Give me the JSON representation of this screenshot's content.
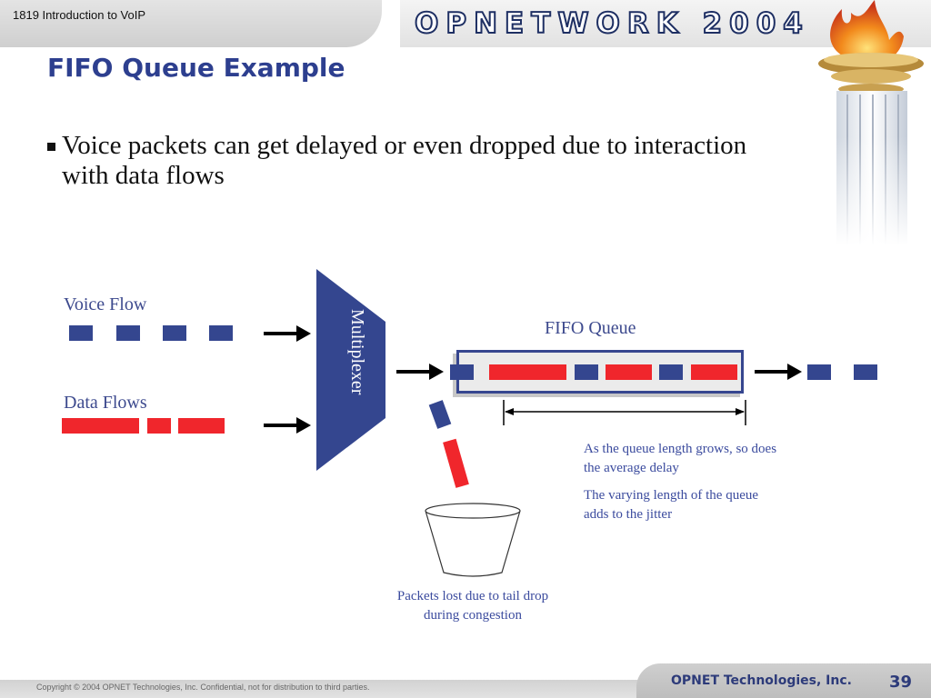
{
  "header": {
    "course": "1819 Introduction to VoIP",
    "brand": "OPNETWORK 2004"
  },
  "slide": {
    "title": "FIFO Queue Example",
    "bullets": [
      "Voice packets can get delayed or even dropped due to interaction with data flows"
    ]
  },
  "diagram": {
    "voice_label": "Voice Flow",
    "data_label": "Data Flows",
    "mux_label": "Multiplexer",
    "queue_label": "FIFO Queue",
    "note_delay": "As the queue length grows, so does the average delay",
    "note_jitter": "The varying length of the queue adds to the jitter",
    "note_drop": "Packets lost due to tail drop during congestion",
    "colors": {
      "voice_packet": "#34468f",
      "data_packet": "#f0262c",
      "label_blue": "#3d4a8e"
    }
  },
  "footer": {
    "copyright": "Copyright © 2004 OPNET Technologies, Inc.  Confidential, not for distribution to third parties.",
    "company": "OPNET Technologies, Inc.",
    "page": "39"
  },
  "icons": [
    "torch-icon",
    "bucket-icon",
    "arrow-right-icon"
  ]
}
